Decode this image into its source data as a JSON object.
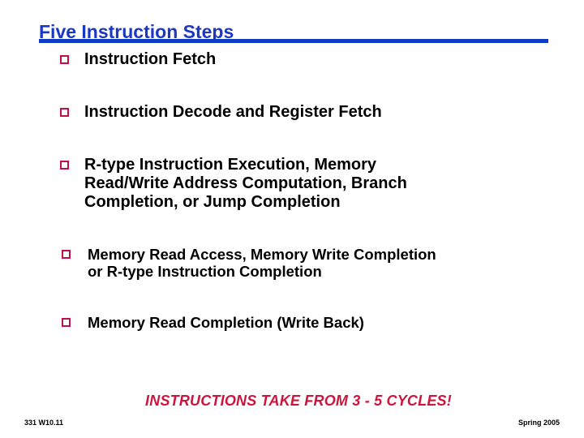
{
  "slide": {
    "title": "Five Instruction Steps",
    "title_color": "#1b37c4",
    "rule_color": "#0f3ac4",
    "bullet_color": "#c21046",
    "text_color": "#000000",
    "background": "#ffffff"
  },
  "bullets": [
    {
      "index": 1,
      "text": "Instruction Fetch",
      "bullet_glyph": "hollow-square"
    },
    {
      "index": 2,
      "text": "Instruction Decode and Register Fetch",
      "bullet_glyph": "hollow-square"
    },
    {
      "index": 3,
      "text": "R-type Instruction Execution, Memory\nRead/Write Address Computation, Branch\nCompletion, or Jump Completion",
      "bullet_glyph": "hollow-square"
    },
    {
      "index": 4,
      "text": "Memory Read Access, Memory Write Completion\nor R-type Instruction Completion",
      "bullet_glyph": "hollow-square"
    },
    {
      "index": 5,
      "text": "Memory Read Completion (Write Back)",
      "bullet_glyph": "hollow-square"
    }
  ],
  "callout": {
    "text": "INSTRUCTIONS TAKE FROM 3 - 5 CYCLES!",
    "color": "#cc143c"
  },
  "footer": {
    "left": "331  W10.11",
    "right": "Spring 2005"
  }
}
